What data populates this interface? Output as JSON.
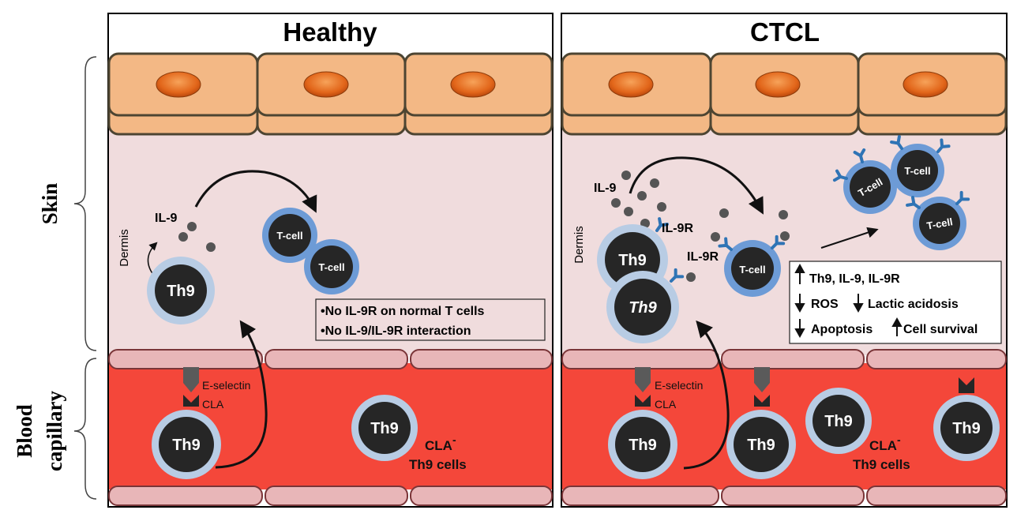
{
  "panels": {
    "healthy": {
      "title": "Healthy",
      "dermis": "Dermis",
      "il9": "IL-9",
      "th9_skin": "Th9",
      "tcell_1": "T-cell",
      "tcell_2": "T-cell",
      "notes": [
        "•No IL-9R on normal T cells",
        "•No IL-9/IL-9R interaction"
      ],
      "e_selectin": "E-selectin",
      "cla": "CLA",
      "th9_blood_1": "Th9",
      "th9_blood_2": "Th9",
      "cla_neg": "CLA",
      "cla_neg_sup": "-",
      "th9_cells": "Th9 cells"
    },
    "ctcl": {
      "title": "CTCL",
      "dermis": "Dermis",
      "il9": "IL-9",
      "il9r_1": "IL-9R",
      "il9r_2": "IL-9R",
      "th9_skin_1": "Th9",
      "th9_skin_2": "Th9",
      "tcell_main": "T-cell",
      "tcell_a": "T-cell",
      "tcell_b": "T-cell",
      "tcell_c": "T-cell",
      "effects": {
        "line1": "Th9, IL-9, IL-9R",
        "ros": "ROS",
        "lactic": "Lactic acidosis",
        "apoptosis": "Apoptosis",
        "survival": "Cell survival"
      },
      "e_selectin": "E-selectin",
      "cla": "CLA",
      "th9_blood_1": "Th9",
      "th9_blood_2": "Th9",
      "th9_blood_3": "Th9",
      "th9_blood_4": "Th9",
      "cla_neg": "CLA",
      "cla_neg_sup": "-",
      "th9_cells": "Th9 cells"
    }
  },
  "side_labels": {
    "skin": "Skin",
    "blood_line1": "Blood",
    "blood_line2": "capillary"
  },
  "colors": {
    "keratinocyte": "#f3b885",
    "nucleus": "#e2661a",
    "dermis": "#f0dcdd",
    "blood": "#f4473a",
    "endothelium": "#e8b6b8",
    "cell_dark": "#262626",
    "th9_ring": "#b8cce4",
    "tcell_ring": "#6d9bd6",
    "receptor": "#2f74b5"
  }
}
